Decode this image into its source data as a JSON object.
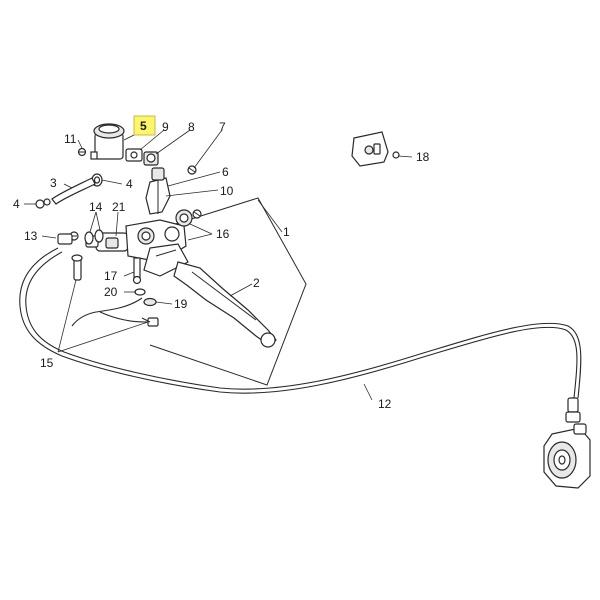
{
  "highlight_color": "#fdf56a",
  "callouts": {
    "c1": "1",
    "c2": "2",
    "c3": "3",
    "c4a": "4",
    "c4b": "4",
    "c5": "5",
    "c6": "6",
    "c7": "7",
    "c8": "8",
    "c9": "9",
    "c10": "10",
    "c11": "11",
    "c12": "12",
    "c13": "13",
    "c14": "14",
    "c15": "15",
    "c16": "16",
    "c17": "17",
    "c18": "18",
    "c19": "19",
    "c20": "20",
    "c21": "21"
  }
}
